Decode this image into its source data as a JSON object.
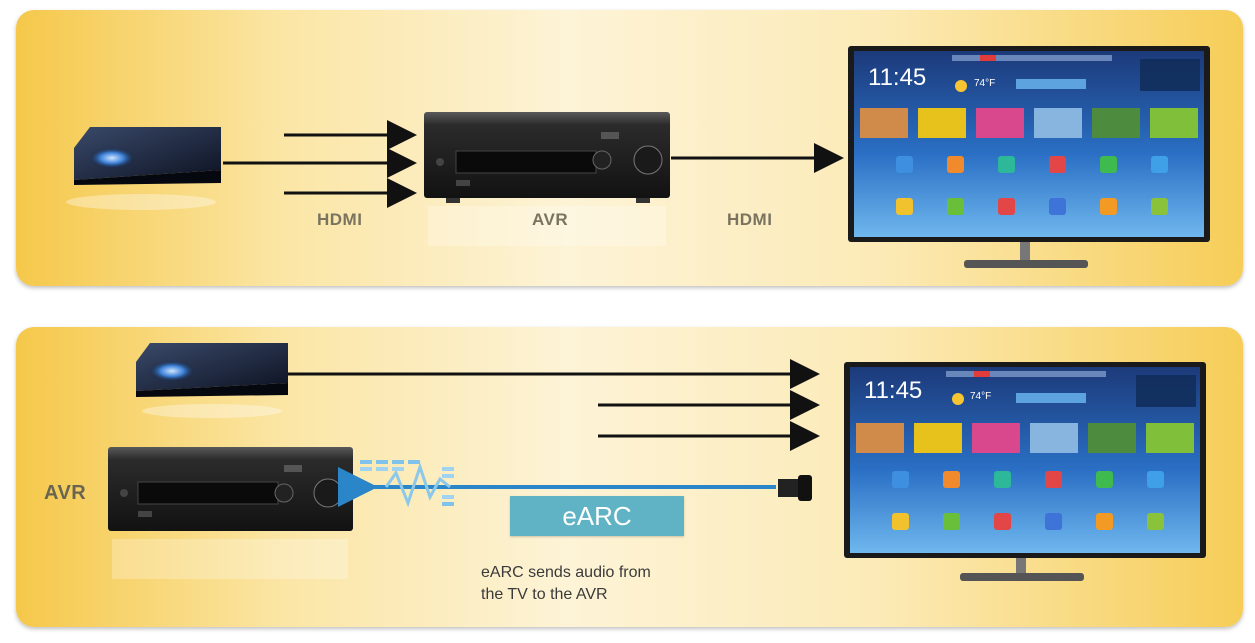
{
  "top_panel": {
    "label_hdmi_in": "HDMI",
    "label_avr": "AVR",
    "label_hdmi_out": "HDMI"
  },
  "bottom_panel": {
    "label_avr": "AVR",
    "earc_label": "eARC",
    "caption_line1": "eARC sends audio from",
    "caption_line2": "the TV to the AVR"
  },
  "tv_screen": {
    "clock": "11:45",
    "weather": "74°F"
  },
  "colors": {
    "panel_gold": "#f5c84a",
    "earc_blue": "#5fb3c4",
    "arrow": "#111111"
  }
}
